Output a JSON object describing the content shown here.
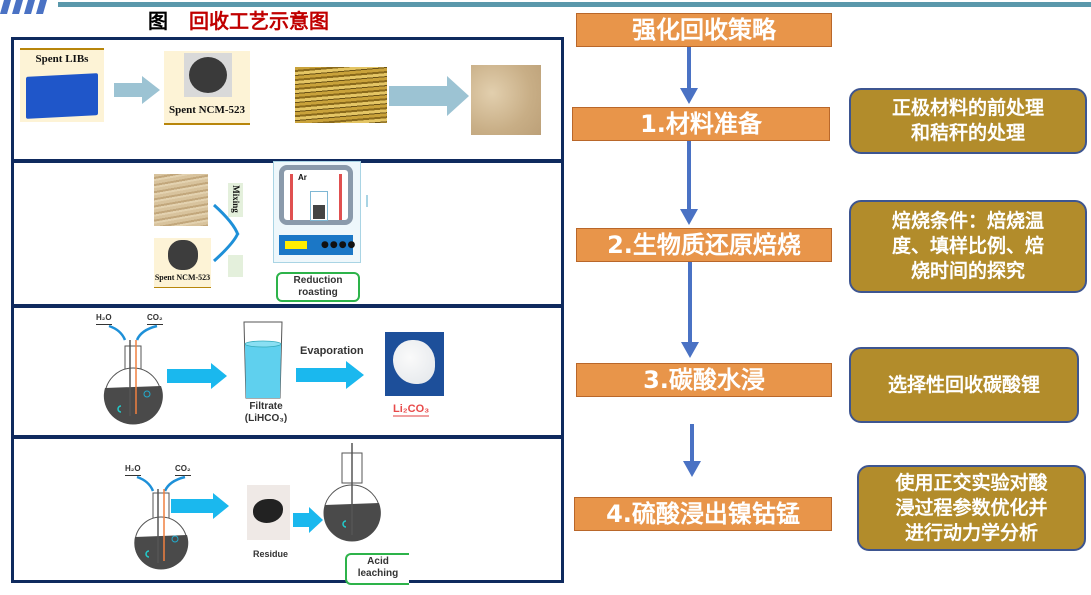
{
  "header": {
    "figure_tag": "图",
    "figure_title": "回收工艺示意图"
  },
  "panels": {
    "materials": {
      "spent_libs_label": "Spent LIBs",
      "spent_ncm_label": "Spent NCM-523"
    },
    "roasting": {
      "spent_ncm_label": "Spent NCM-523",
      "mixing_label": "Mixing",
      "furnace_gas_label": "Ar",
      "process_label_line1": "Reduction",
      "process_label_line2": "roasting"
    },
    "carbonation": {
      "h2o_label": "H₂O",
      "co2_label": "CO₂",
      "evaporation_label": "Evaporation",
      "filtrate_label_line1": "Filtrate",
      "filtrate_label_line2": "(LiHCO₃)",
      "product_label": "Li₂CO₃"
    },
    "acid_leaching": {
      "h2o_label": "H₂O",
      "co2_label": "CO₂",
      "residue_label": "Residue",
      "process_label_line1": "Acid",
      "process_label_line2": "leaching"
    }
  },
  "flow": {
    "title": "强化回收策略",
    "steps": [
      {
        "label": "1.材料准备",
        "note": [
          "正极材料的前处理",
          "和秸秆的处理"
        ]
      },
      {
        "label": "2.生物质还原焙烧",
        "note": [
          "焙烧条件：焙烧温",
          "度、填样比例、焙",
          "烧时间的探究"
        ]
      },
      {
        "label": "3.碳酸水浸",
        "note": [
          "选择性回收碳酸锂"
        ]
      },
      {
        "label": "4.硫酸浸出镍钴锰",
        "note": [
          "使用正交实验对酸",
          "浸过程参数优化并",
          "进行动力学分析"
        ]
      }
    ]
  },
  "colors": {
    "step_fill": "#e8954a",
    "note_fill": "#b28c2b",
    "arrow": "#4a72c4",
    "panel_border": "#0f2a5e",
    "title_red": "#c00000",
    "header_rule": "#5a98ab"
  }
}
